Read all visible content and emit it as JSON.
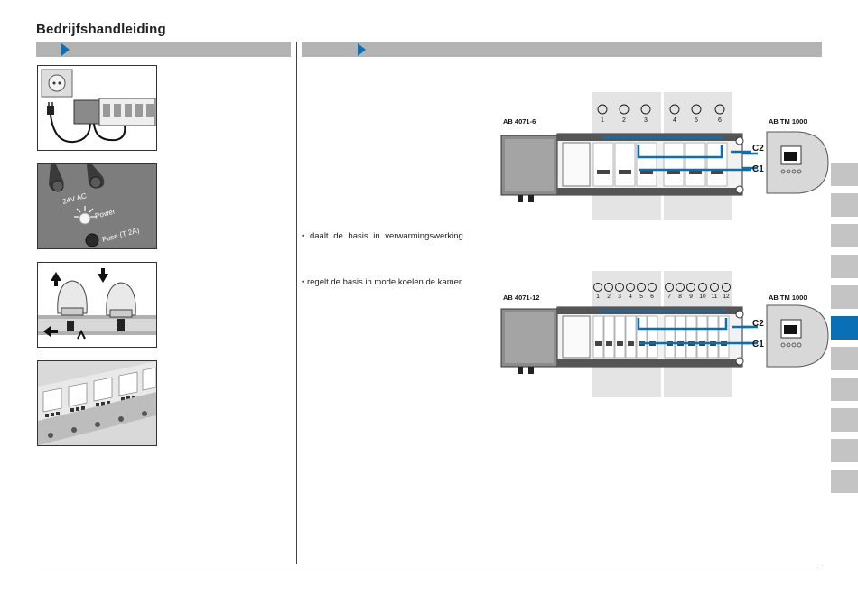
{
  "header": {
    "title": "Bedrijfshandleiding"
  },
  "left_column": {
    "figures": [
      {
        "name": "figure-mains-connection"
      },
      {
        "name": "figure-power-fuse",
        "labels": [
          "24V AC",
          "Power",
          "Fuse (T 2A)"
        ]
      },
      {
        "name": "figure-actuator-mounting"
      },
      {
        "name": "figure-terminal-strip"
      }
    ]
  },
  "right_column": {
    "bullets": [
      "• daalt de basis in verwarmingswerking",
      "• regelt de basis in mode koelen de kamer"
    ],
    "diagram_top": {
      "base_label": "AB 4071-6",
      "controller_label": "AB TM 1000",
      "zone_numbers": [
        "1",
        "2",
        "3",
        "4",
        "5",
        "6"
      ],
      "c2_label": "C2",
      "c1_label": "C1"
    },
    "diagram_bottom": {
      "base_label": "AB 4071-12",
      "controller_label": "AB TM 1000",
      "zone_numbers": [
        "1",
        "2",
        "3",
        "4",
        "5",
        "6",
        "7",
        "8",
        "9",
        "10",
        "11",
        "12"
      ],
      "c2_label": "C2",
      "c1_label": "C1"
    }
  },
  "side_tabs": {
    "count": 11,
    "active_index": 5
  },
  "colors": {
    "accent": "#0b6fb6",
    "header_bar": "#b3b3b3",
    "tab_inactive": "#c4c4c4"
  }
}
